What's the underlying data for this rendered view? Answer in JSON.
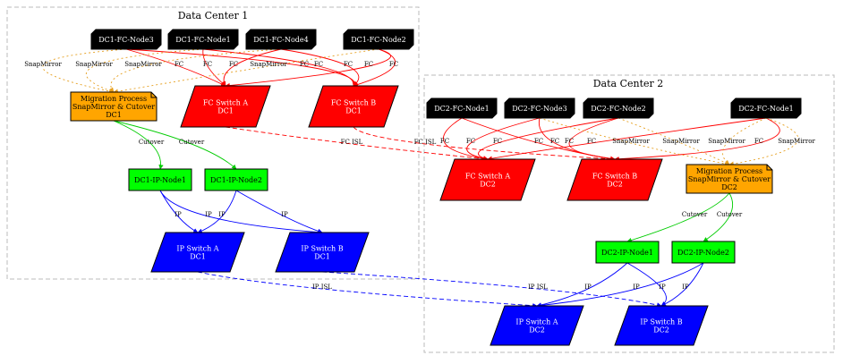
{
  "clusters": [
    {
      "id": "dc1",
      "title": "Data Center 1"
    },
    {
      "id": "dc2",
      "title": "Data Center 2"
    }
  ],
  "nodes": {
    "dc1_fc3": {
      "lines": [
        "DC1-FC-Node3"
      ],
      "kind": "fc-host"
    },
    "dc1_fc1": {
      "lines": [
        "DC1-FC-Node1"
      ],
      "kind": "fc-host"
    },
    "dc1_fc4": {
      "lines": [
        "DC1-FC-Node4"
      ],
      "kind": "fc-host"
    },
    "dc1_fc2": {
      "lines": [
        "DC1-FC-Node2"
      ],
      "kind": "fc-host"
    },
    "dc1_mig": {
      "lines": [
        "Migration Process",
        "SnapMirror & Cutover",
        "DC1"
      ],
      "kind": "migration"
    },
    "dc1_fcsa": {
      "lines": [
        "FC Switch A",
        "DC1"
      ],
      "kind": "fc-switch"
    },
    "dc1_fcsb": {
      "lines": [
        "FC Switch B",
        "DC1"
      ],
      "kind": "fc-switch"
    },
    "dc1_ip1": {
      "lines": [
        "DC1-IP-Node1"
      ],
      "kind": "ip-host"
    },
    "dc1_ip2": {
      "lines": [
        "DC1-IP-Node2"
      ],
      "kind": "ip-host"
    },
    "dc1_ipsa": {
      "lines": [
        "IP Switch A",
        "DC1"
      ],
      "kind": "ip-switch"
    },
    "dc1_ipsb": {
      "lines": [
        "IP Switch B",
        "DC1"
      ],
      "kind": "ip-switch"
    },
    "dc2_fc1": {
      "lines": [
        "DC2-FC-Node1"
      ],
      "kind": "fc-host"
    },
    "dc2_fc3": {
      "lines": [
        "DC2-FC-Node3"
      ],
      "kind": "fc-host"
    },
    "dc2_fc2": {
      "lines": [
        "DC2-FC-Node2"
      ],
      "kind": "fc-host"
    },
    "dc2_fc1b": {
      "lines": [
        "DC2-FC-Node1"
      ],
      "kind": "fc-host"
    },
    "dc2_fcsa": {
      "lines": [
        "FC Switch A",
        "DC2"
      ],
      "kind": "fc-switch"
    },
    "dc2_fcsb": {
      "lines": [
        "FC Switch B",
        "DC2"
      ],
      "kind": "fc-switch"
    },
    "dc2_mig": {
      "lines": [
        "Migration Process",
        "SnapMirror & Cutover",
        "DC2"
      ],
      "kind": "migration"
    },
    "dc2_ip1": {
      "lines": [
        "DC2-IP-Node1"
      ],
      "kind": "ip-host"
    },
    "dc2_ip2": {
      "lines": [
        "DC2-IP-Node2"
      ],
      "kind": "ip-host"
    },
    "dc2_ipsa": {
      "lines": [
        "IP Switch A",
        "DC2"
      ],
      "kind": "ip-switch"
    },
    "dc2_ipsb": {
      "lines": [
        "IP Switch B",
        "DC2"
      ],
      "kind": "ip-switch"
    }
  },
  "edge_labels": {
    "fc": "FC",
    "snapmirror": "SnapMirror",
    "cutover": "Cutover",
    "ip": "IP",
    "fc_isl": "FC ISL",
    "ip_isl": "IP ISL"
  },
  "colors": {
    "fc": "#ff0000",
    "ip": "#0000ff",
    "cutover": "#00cc00",
    "snapmirror": "#e6a020",
    "host_fill": "#000000",
    "migration_fill": "#ffa500",
    "ip_host_fill": "#00ff00",
    "cluster_border": "#bbbbbb"
  }
}
